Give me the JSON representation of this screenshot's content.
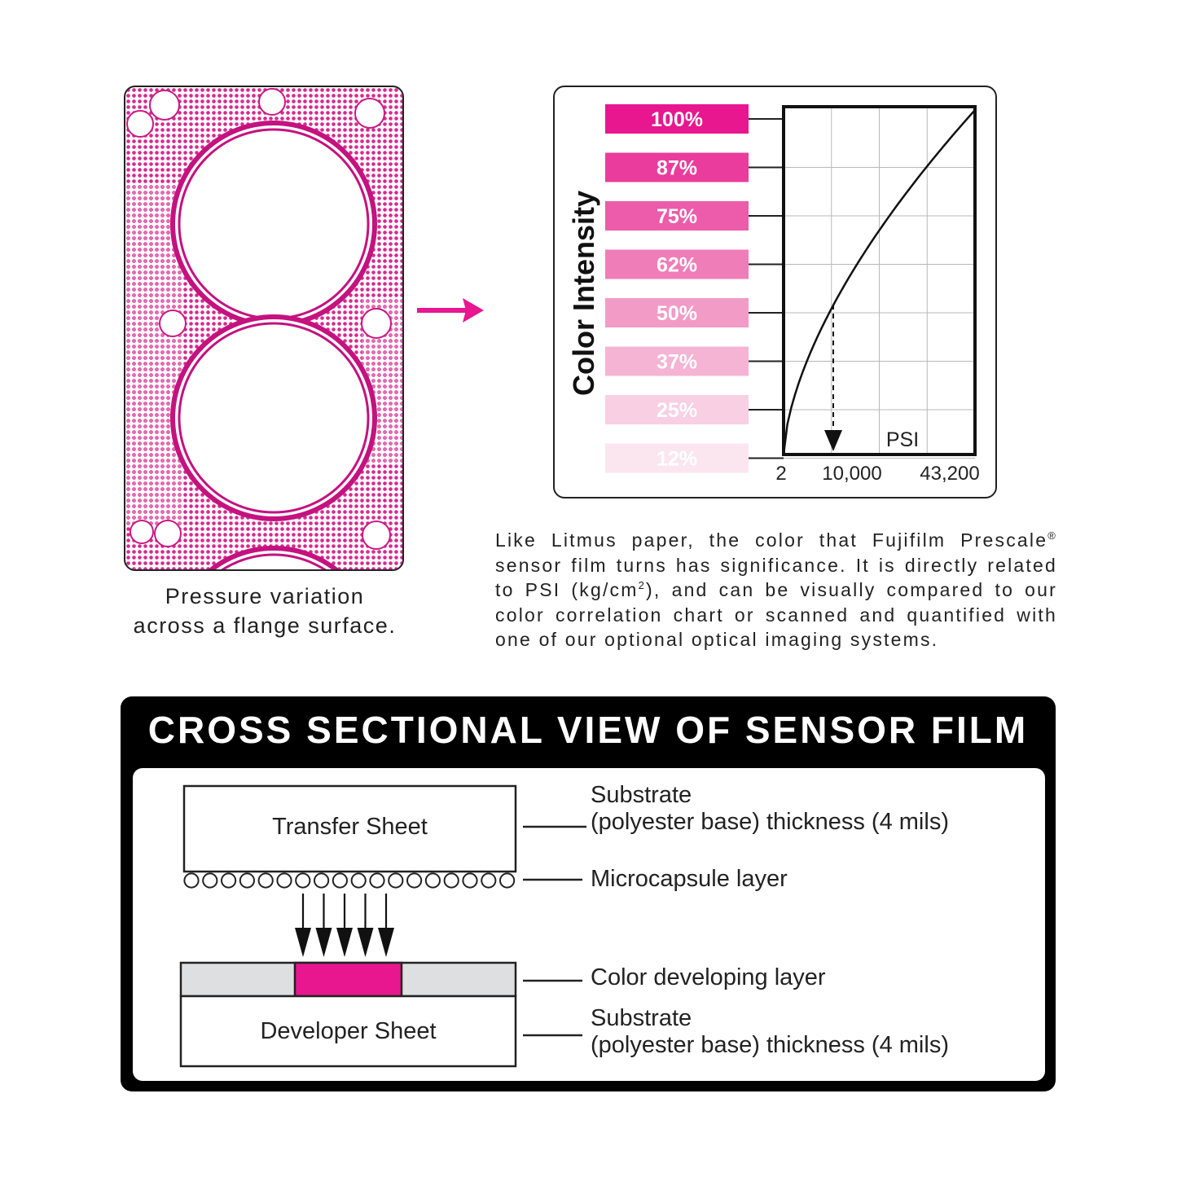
{
  "gasket": {
    "caption_line1": "Pressure variation",
    "caption_line2": "across a flange surface."
  },
  "chart_data": {
    "type": "line",
    "title": "",
    "ylabel": "Color Intensity",
    "xlabel": "PSI",
    "x_tick_labels": [
      "2",
      "10,000",
      "43,200"
    ],
    "intensity_levels": [
      "100%",
      "87%",
      "75%",
      "62%",
      "50%",
      "37%",
      "25%",
      "12%"
    ],
    "intensity_colors": [
      "#e8168f",
      "#ea3c9c",
      "#ec5caa",
      "#ef7db8",
      "#f29bc7",
      "#f5b4d4",
      "#f8cfe3",
      "#fbe6f0"
    ],
    "curve": "monotonic increasing, concave; color intensity rises with PSI",
    "highlight": {
      "intensity": "50%",
      "psi": "10,000"
    },
    "grid": true
  },
  "description": {
    "line1": "Like Litmus paper, the color that Fujifilm Prescale",
    "registered": "®",
    "line2": "sensor film turns has significance. It is directly related",
    "line3a": "to PSI (kg/cm",
    "superscript": "2",
    "line3b": "), and can be visually compared to our",
    "line4": "color correlation chart or scanned and quantified with",
    "line5": "one of our optional optical imaging systems."
  },
  "cross_section": {
    "title": "CROSS SECTIONAL VIEW OF SENSOR FILM",
    "transfer_sheet": "Transfer Sheet",
    "developer_sheet": "Developer Sheet",
    "labels": {
      "substrate_top_1": "Substrate",
      "substrate_top_2": "(polyester base) thickness (4 mils)",
      "microcapsule": "Microcapsule layer",
      "color_developing": "Color developing layer",
      "substrate_bottom_1": "Substrate",
      "substrate_bottom_2": "(polyester base) thickness (4 mils)"
    },
    "colors": {
      "magenta": "#e8168f",
      "developer_grey": "#dedfe1"
    }
  }
}
